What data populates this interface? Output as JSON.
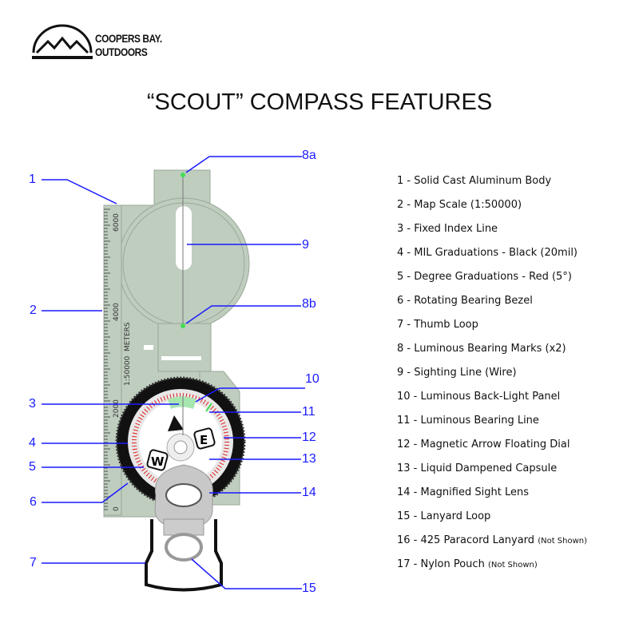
{
  "brand": {
    "line1": "COOPERS BAY.",
    "line2": "OUTDOORS"
  },
  "title": "“SCOUT” COMPASS FEATURES",
  "ruler": {
    "marks": [
      "6000",
      "4000",
      "METERS",
      "1:50000",
      "2000",
      "0"
    ]
  },
  "dial": {
    "letters": [
      "E",
      "W"
    ]
  },
  "callouts": [
    "1",
    "2",
    "3",
    "4",
    "5",
    "6",
    "7",
    "8a",
    "9",
    "8b",
    "10",
    "11",
    "12",
    "13",
    "14",
    "15"
  ],
  "legend": [
    {
      "text": "1 - Solid Cast Aluminum Body",
      "note": ""
    },
    {
      "text": "2 - Map Scale (1:50000)",
      "note": ""
    },
    {
      "text": "3 - Fixed Index Line",
      "note": ""
    },
    {
      "text": "4 - MIL Graduations - Black (20mil)",
      "note": ""
    },
    {
      "text": "5 - Degree Graduations - Red (5°)",
      "note": ""
    },
    {
      "text": "6 - Rotating Bearing Bezel",
      "note": ""
    },
    {
      "text": "7 - Thumb Loop",
      "note": ""
    },
    {
      "text": "8 - Luminous Bearing Marks (x2)",
      "note": ""
    },
    {
      "text": "9 - Sighting Line (Wire)",
      "note": ""
    },
    {
      "text": "10 - Luminous Back-Light Panel",
      "note": ""
    },
    {
      "text": "11 - Luminous Bearing Line",
      "note": ""
    },
    {
      "text": "12 - Magnetic Arrow Floating Dial",
      "note": ""
    },
    {
      "text": "13 - Liquid Dampened Capsule",
      "note": ""
    },
    {
      "text": "14 - Magnified Sight Lens",
      "note": ""
    },
    {
      "text": "15 - Lanyard Loop",
      "note": ""
    },
    {
      "text": "16 - 425 Paracord Lanyard ",
      "note": "(Not Shown)"
    },
    {
      "text": "17 - Nylon Pouch ",
      "note": "(Not Shown)"
    }
  ],
  "colors": {
    "body": "#bfcdbf",
    "callout": "#1a1aff",
    "luminous": "#44dd55",
    "bezel": "#111111",
    "degree": "#e02020"
  }
}
